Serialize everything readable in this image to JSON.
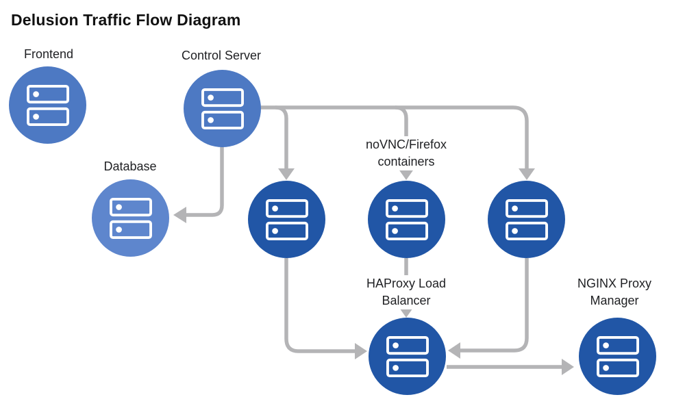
{
  "title": "Delusion Traffic Flow Diagram",
  "nodes": {
    "frontend": {
      "label": "Frontend"
    },
    "control_server": {
      "label": "Control Server"
    },
    "database": {
      "label": "Database"
    },
    "novnc_containers": {
      "label": "noVNC/Firefox containers",
      "count": 3
    },
    "haproxy": {
      "label": "HAProxy Load Balancer"
    },
    "nginx_proxy_manager": {
      "label": "NGINX Proxy Manager"
    }
  },
  "edges": [
    {
      "from": "control_server",
      "to": "database"
    },
    {
      "from": "control_server",
      "to": "novnc_container_1"
    },
    {
      "from": "control_server",
      "to": "novnc_container_2"
    },
    {
      "from": "control_server",
      "to": "novnc_container_3"
    },
    {
      "from": "novnc_container_1",
      "to": "haproxy"
    },
    {
      "from": "novnc_container_2",
      "to": "haproxy"
    },
    {
      "from": "novnc_container_3",
      "to": "haproxy"
    },
    {
      "from": "haproxy",
      "to": "nginx_proxy_manager"
    }
  ],
  "icons": {
    "server": "server-icon"
  },
  "colors": {
    "node-blue": "#4d79c3",
    "node-blue-light": "#5e86cd",
    "node-blue-dark": "#2156a6",
    "arrow-gray": "#b4b4b6",
    "text": "#202124"
  }
}
